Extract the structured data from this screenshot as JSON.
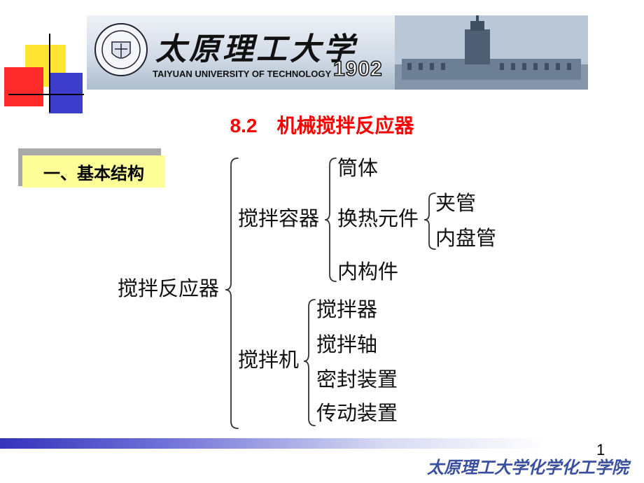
{
  "header": {
    "university_cn": "太原理工大学",
    "university_en": "TAIYUAN UNIVERSITY OF TECHNOLOGY",
    "year": "1902"
  },
  "slide": {
    "title": "8.2　机械搅拌反应器",
    "section": "一、基本结构",
    "page_number": "1"
  },
  "tree": {
    "root": "搅拌反应器",
    "container": "搅拌容器",
    "container_children": {
      "shell": "筒体",
      "heat_exchange": "换热元件",
      "internals": "内构件"
    },
    "heat_children": {
      "jacket": "夹管",
      "coil": "内盘管"
    },
    "mixer": "搅拌机",
    "mixer_children": {
      "agitator": "搅拌器",
      "shaft": "搅拌轴",
      "seal": "密封装置",
      "drive": "传动装置"
    }
  },
  "footer": {
    "college": "太原理工大学化学化工学院"
  },
  "colors": {
    "title": "#ff0000",
    "section_bg": "#ffff99",
    "footer_text": "#3a4fa0",
    "bar_start": "#3433bb"
  }
}
